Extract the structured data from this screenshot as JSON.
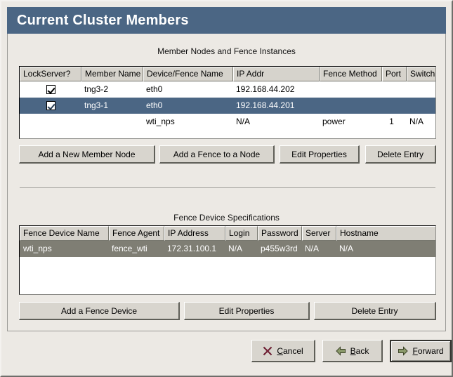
{
  "window": {
    "title": "Current Cluster Members"
  },
  "members_section": {
    "caption": "Member Nodes and Fence Instances",
    "columns": [
      "LockServer?",
      "Member Name",
      "Device/Fence Name",
      "IP Addr",
      "Fence Method",
      "Port",
      "Switch"
    ],
    "rows": [
      {
        "lockserver": "checked",
        "member_name": "tng3-2",
        "device_fence_name": "eth0",
        "ip_addr": "192.168.44.202",
        "fence_method": "",
        "port": "",
        "switch": "",
        "selected": "none"
      },
      {
        "lockserver": "checked",
        "member_name": "tng3-1",
        "device_fence_name": "eth0",
        "ip_addr": "192.168.44.201",
        "fence_method": "",
        "port": "",
        "switch": "",
        "selected": "blue"
      },
      {
        "lockserver": "",
        "member_name": "",
        "device_fence_name": "wti_nps",
        "ip_addr": "N/A",
        "fence_method": "power",
        "port": "1",
        "switch": "N/A",
        "selected": "none"
      }
    ],
    "buttons": {
      "add_member": "Add a New Member Node",
      "add_fence": "Add a Fence to a Node",
      "edit_properties": "Edit Properties",
      "delete_entry": "Delete Entry"
    }
  },
  "fence_section": {
    "caption": "Fence Device Specifications",
    "columns": [
      "Fence Device Name",
      "Fence Agent",
      "IP Address",
      "Login",
      "Password",
      "Server",
      "Hostname"
    ],
    "rows": [
      {
        "fence_device_name": "wti_nps",
        "fence_agent": "fence_wti",
        "ip_address": "172.31.100.1",
        "login": "N/A",
        "password": "p455w3rd",
        "server": "N/A",
        "hostname": "N/A",
        "selected": "gray"
      }
    ],
    "buttons": {
      "add_fence_device": "Add a Fence Device",
      "edit_properties": "Edit Properties",
      "delete_entry": "Delete Entry"
    }
  },
  "footer": {
    "cancel": {
      "label_pre": "",
      "mnemonic": "C",
      "label_post": "ancel",
      "icon": "cross-icon"
    },
    "back": {
      "label_pre": "",
      "mnemonic": "B",
      "label_post": "ack",
      "icon": "arrow-left-icon"
    },
    "forward": {
      "label_pre": "",
      "mnemonic": "F",
      "label_post": "orward",
      "icon": "arrow-right-icon"
    }
  },
  "colors": {
    "titlebar": "#4b6684",
    "selection_focused": "#4b6684",
    "selection_unfocused": "#7f7e74",
    "panel": "#ece9e4",
    "button_face": "#d8d5ce",
    "cancel_icon": "#8b2942",
    "nav_icon": "#8b9a6b"
  }
}
